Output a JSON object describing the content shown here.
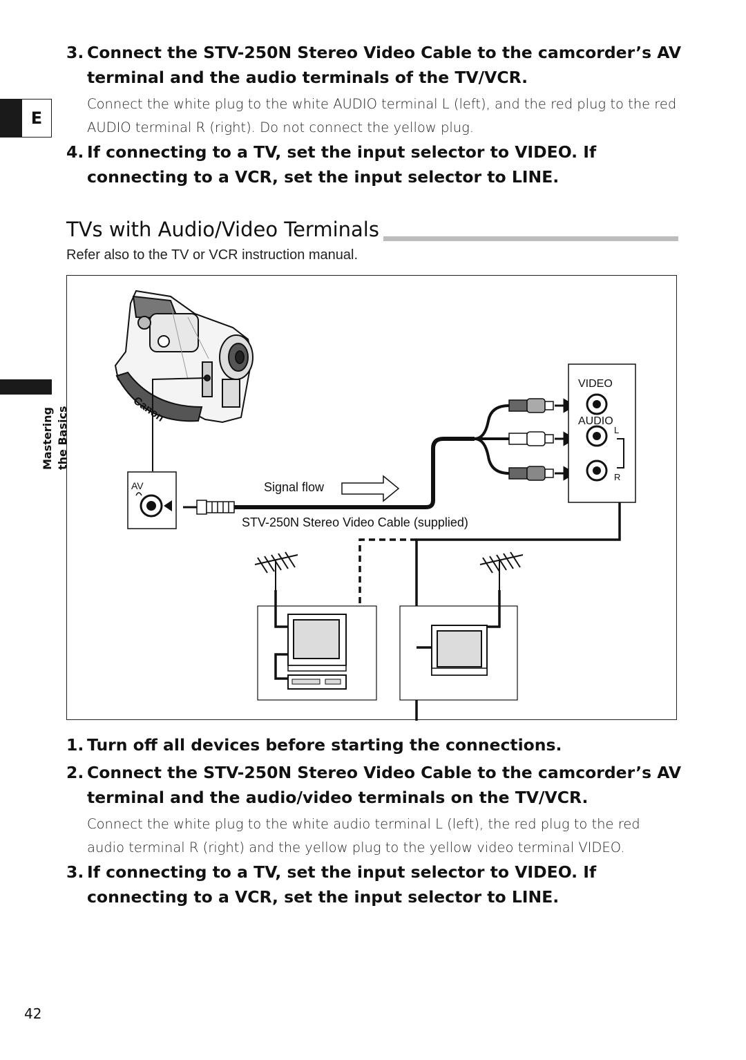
{
  "sidebar": {
    "language_tab": "E",
    "section_label_line1": "Mastering",
    "section_label_line2": "the Basics"
  },
  "top_steps": [
    {
      "num": "3.",
      "text": "Connect the STV-250N Stereo Video Cable to the camcorder’s AV terminal and the audio terminals of the TV/VCR."
    },
    {
      "num": "4.",
      "text": "If connecting to a TV, set the input selector to VIDEO. If connecting to a VCR, set the input selector to LINE."
    }
  ],
  "top_step3_body": "Connect the white plug to the white AUDIO terminal L (left), and the red plug to the red AUDIO terminal R (right). Do not connect the yellow plug.",
  "section": {
    "title": "TVs with Audio/Video Terminals",
    "refer": "Refer also to the TV or VCR instruction manual."
  },
  "diagram": {
    "av_label": "AV",
    "video_label": "VIDEO",
    "audio_label": "AUDIO",
    "l_label": "L",
    "r_label": "R",
    "signal_flow": "Signal flow",
    "cable_caption": "STV-250N Stereo Video Cable (supplied)",
    "brand_on_strap": "Canon",
    "colors": {
      "line": "#111111",
      "box_fill": "#ffffff",
      "screen": "#dcdcdc"
    }
  },
  "bottom_steps": [
    {
      "num": "1.",
      "text": "Turn off all devices before starting the connections."
    },
    {
      "num": "2.",
      "text": "Connect the STV-250N Stereo Video Cable to the camcorder’s AV terminal and the audio/video terminals on the TV/VCR."
    },
    {
      "num": "3.",
      "text": "If connecting to a TV, set the input selector to VIDEO. If connecting to a VCR, set the input selector to LINE."
    }
  ],
  "bottom_step2_body": "Connect the white plug to the white audio terminal L (left), the red plug to the red audio terminal R (right) and the yellow plug to the yellow video terminal VIDEO.",
  "page_number": "42"
}
